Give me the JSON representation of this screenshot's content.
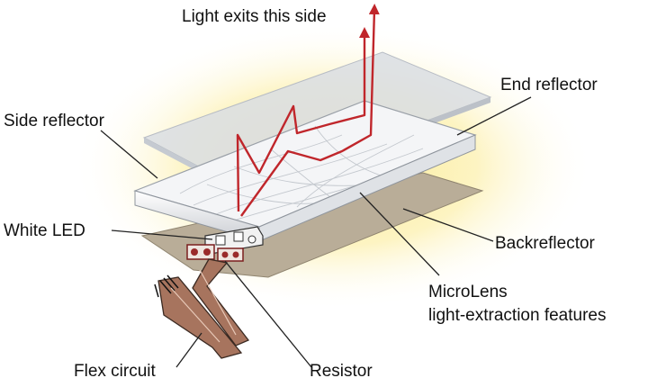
{
  "labels": {
    "light_exits": "Light exits this side",
    "end_reflector": "End reflector",
    "side_reflector": "Side reflector",
    "white_led": "White LED",
    "backreflector": "Backreflector",
    "microlens_line1": "MicroLens",
    "microlens_line2": "light-extraction features",
    "flex_circuit": "Flex circuit",
    "resistor": "Resistor"
  },
  "colors": {
    "glow": "#fbe98a",
    "top_reflector": "#d9dde3",
    "lightguide": "#f4f5f7",
    "backreflector": "#b9ad98",
    "ray": "#c0262b",
    "flex": "#a7745e"
  }
}
